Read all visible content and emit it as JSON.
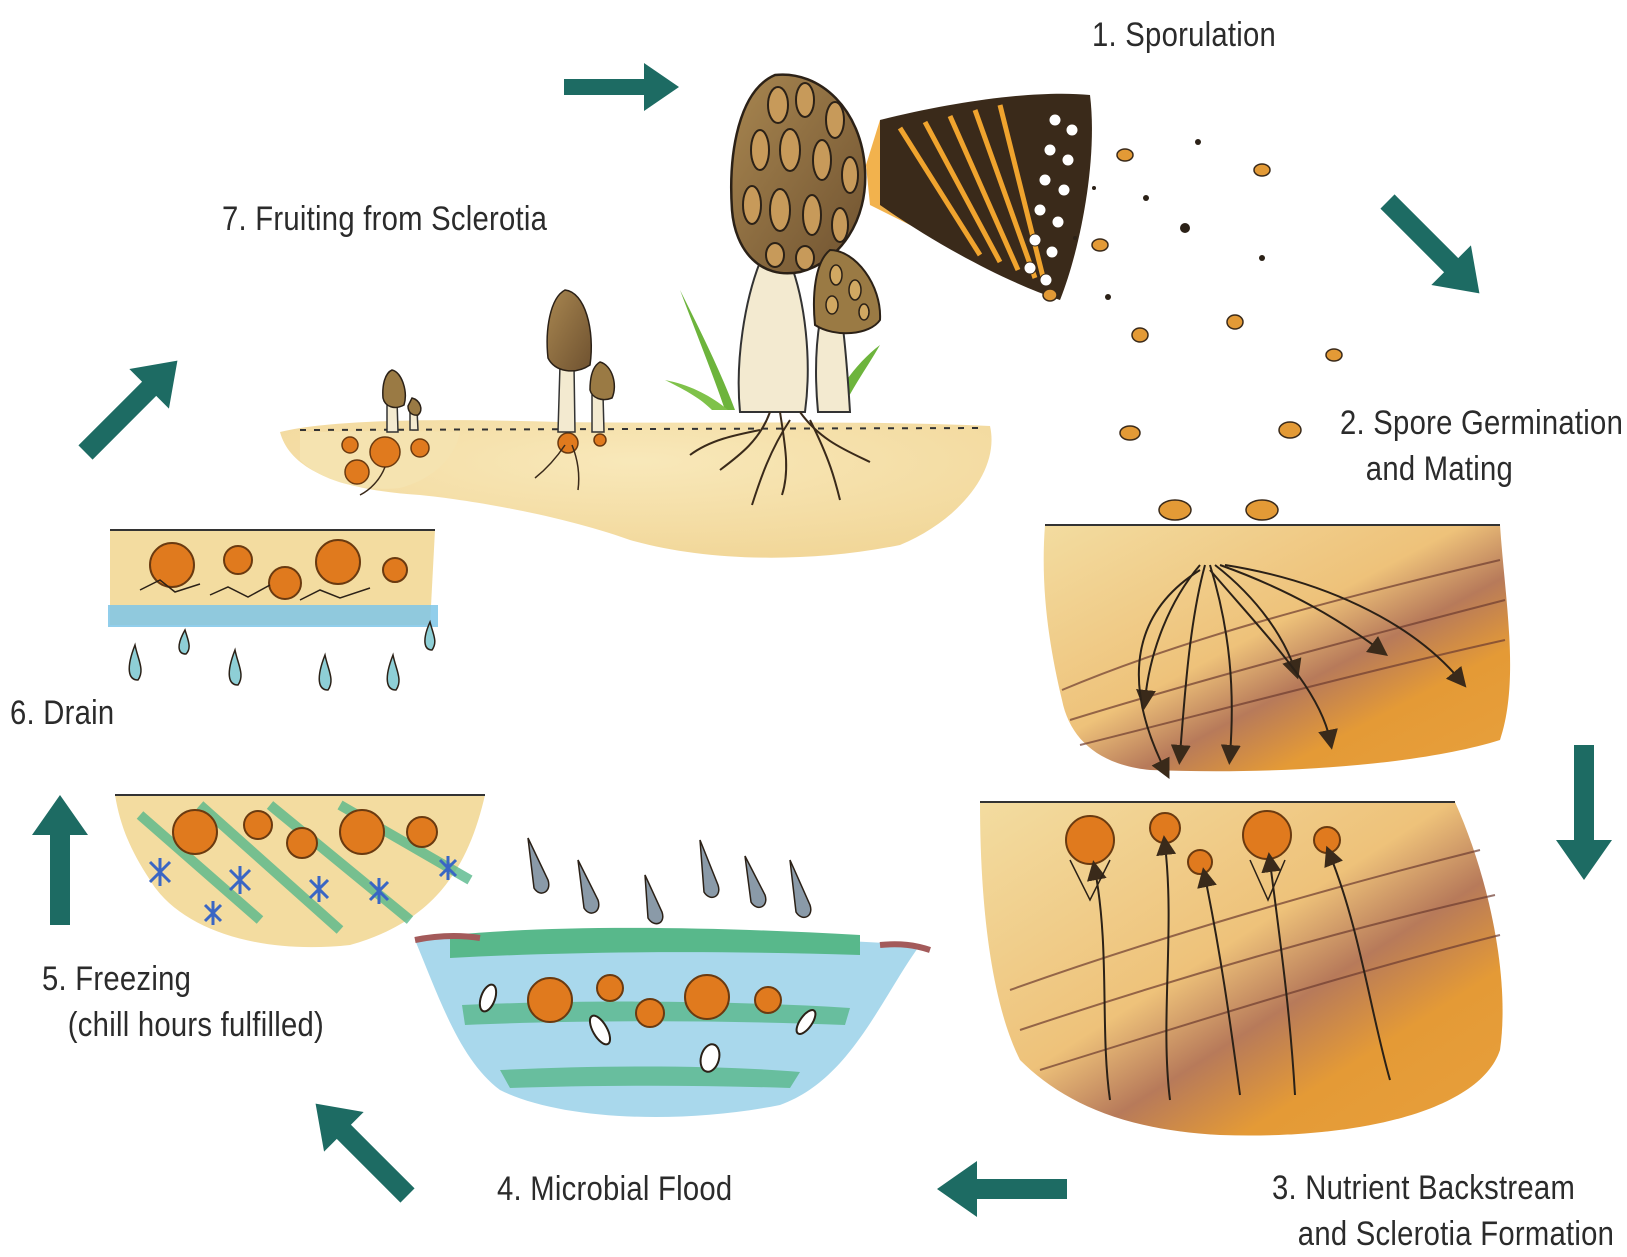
{
  "colors": {
    "arrow": "#1d6b63",
    "soil_light": "#f3dca0",
    "soil_orange": "#e9a23c",
    "soil_brown": "#8a4a3a",
    "sclerotia": "#e07a1e",
    "morel_cap": "#8b6a3a",
    "stem": "#f3ead0",
    "grass": "#6db43c",
    "water_blue": "#a9d8ec",
    "water_green": "#58b88b",
    "ice_blue": "#3a66c4"
  },
  "steps": [
    {
      "id": "sporulation",
      "line1": "1. Sporulation",
      "line2": ""
    },
    {
      "id": "germination",
      "line1": "2. Spore Germination",
      "line2": "and Mating"
    },
    {
      "id": "backstream",
      "line1": "3. Nutrient Backstream",
      "line2": "and Sclerotia Formation"
    },
    {
      "id": "flood",
      "line1": "4. Microbial Flood",
      "line2": ""
    },
    {
      "id": "freezing",
      "line1": "5. Freezing",
      "line2": "(chill hours fulfilled)"
    },
    {
      "id": "drain",
      "line1": "6. Drain",
      "line2": ""
    },
    {
      "id": "fruiting",
      "line1": "7. Fruiting from Sclerotia",
      "line2": ""
    }
  ],
  "arrows": [
    {
      "name": "arrow-into-sporulation",
      "direction": "right"
    },
    {
      "name": "arrow-sporulation-to-germination",
      "direction": "down-right"
    },
    {
      "name": "arrow-germination-to-backstream",
      "direction": "down"
    },
    {
      "name": "arrow-backstream-to-flood",
      "direction": "left"
    },
    {
      "name": "arrow-flood-to-freezing",
      "direction": "up-left"
    },
    {
      "name": "arrow-freezing-to-drain",
      "direction": "up"
    },
    {
      "name": "arrow-drain-to-fruiting",
      "direction": "up-right"
    }
  ]
}
